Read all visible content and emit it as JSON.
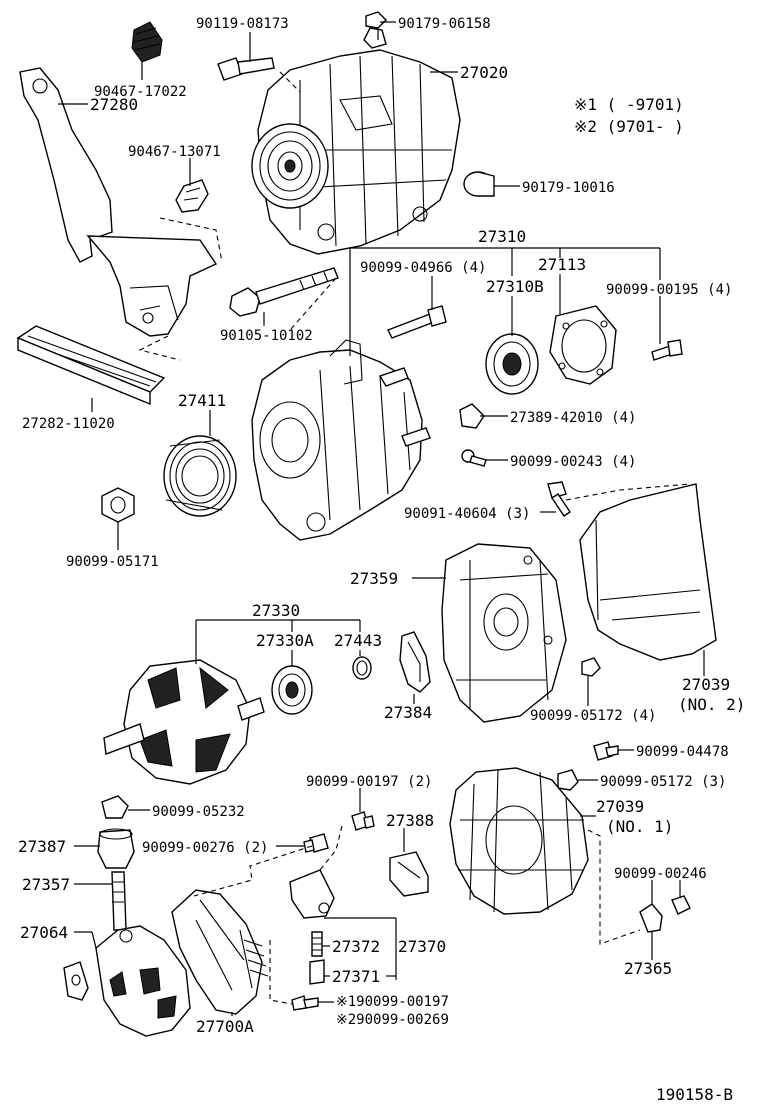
{
  "legend": {
    "note1": "※1 (      -9701)",
    "note2": "※2 (9701-      )"
  },
  "labels": {
    "p90119_08173": "90119-08173",
    "p90179_06158": "90179-06158",
    "p27020": "27020",
    "p90467_17022": "90467-17022",
    "p27280": "27280",
    "p90467_13071": "90467-13071",
    "p90179_10016": "90179-10016",
    "p27310": "27310",
    "p90099_04966": "90099-04966 (4)",
    "p27113": "27113",
    "p27310B": "27310B",
    "p90099_00195": "90099-00195 (4)",
    "p90105_10102": "90105-10102",
    "p27282_11020": "27282-11020",
    "p27411": "27411",
    "p27389_42010": "27389-42010 (4)",
    "p90099_00243": "90099-00243 (4)",
    "p90091_40604": "90091-40604 (3)",
    "p90099_05171": "90099-05171",
    "p27359": "27359",
    "p27330": "27330",
    "p27330A": "27330A",
    "p27443": "27443",
    "p27384": "27384",
    "p90099_05172a": "90099-05172 (4)",
    "p27039_no2": "27039",
    "p27039_no2_sub": "(NO. 2)",
    "p90099_04478": "90099-04478",
    "p90099_00197": "90099-00197 (2)",
    "p90099_05172b": "90099-05172 (3)",
    "p90099_05232": "90099-05232",
    "p27039_no1": "27039",
    "p27039_no1_sub": "(NO. 1)",
    "p27387": "27387",
    "p90099_00276": "90099-00276 (2)",
    "p27388": "27388",
    "p90099_00246": "90099-00246",
    "p27357": "27357",
    "p27064": "27064",
    "p27372": "27372",
    "p27370": "27370",
    "p27371": "27371",
    "p27365": "27365",
    "p90099_00197_n1": "※190099-00197",
    "p90099_00269_n2": "※290099-00269",
    "p27700A": "27700A",
    "figure_id": "190158-B"
  }
}
